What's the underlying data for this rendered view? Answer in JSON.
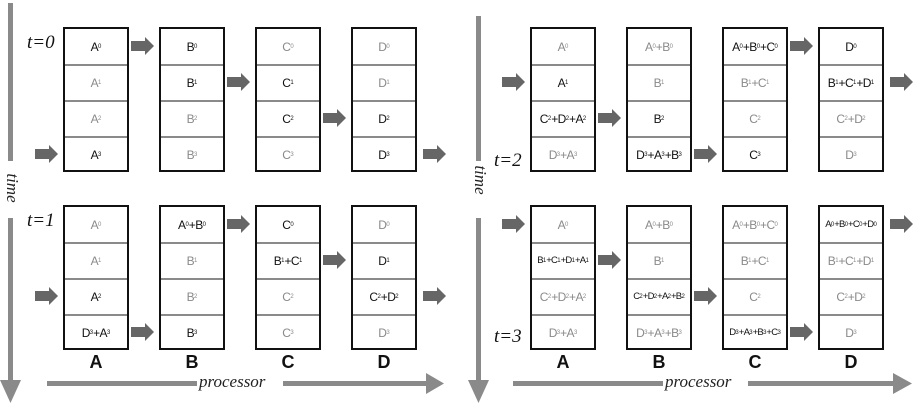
{
  "colors": {
    "active_text": "#111111",
    "inactive_text": "#8a8a8a",
    "arrow": "#666666",
    "axis": "#8a8a8a",
    "box_border": "#111111"
  },
  "axes": {
    "time_label": "time",
    "processor_label": "processor"
  },
  "processors": [
    "A",
    "B",
    "C",
    "D"
  ],
  "panels": [
    {
      "name": "left",
      "steps": [
        {
          "label": "t=0",
          "boxes": [
            {
              "proc": "A",
              "cells": [
                {
                  "text": "A0",
                  "active": true
                },
                {
                  "text": "A1",
                  "active": false
                },
                {
                  "text": "A2",
                  "active": false
                },
                {
                  "text": "A3",
                  "active": true
                }
              ]
            },
            {
              "proc": "B",
              "cells": [
                {
                  "text": "B0",
                  "active": true
                },
                {
                  "text": "B1",
                  "active": true
                },
                {
                  "text": "B2",
                  "active": false
                },
                {
                  "text": "B3",
                  "active": false
                }
              ]
            },
            {
              "proc": "C",
              "cells": [
                {
                  "text": "C0",
                  "active": false
                },
                {
                  "text": "C1",
                  "active": true
                },
                {
                  "text": "C2",
                  "active": true
                },
                {
                  "text": "C3",
                  "active": false
                }
              ]
            },
            {
              "proc": "D",
              "cells": [
                {
                  "text": "D0",
                  "active": false
                },
                {
                  "text": "D1",
                  "active": false
                },
                {
                  "text": "D2",
                  "active": true
                },
                {
                  "text": "D3",
                  "active": true
                }
              ]
            }
          ]
        },
        {
          "label": "t=1",
          "boxes": [
            {
              "proc": "A",
              "cells": [
                {
                  "text": "A0",
                  "active": false
                },
                {
                  "text": "A1",
                  "active": false
                },
                {
                  "text": "A2",
                  "active": true
                },
                {
                  "text": "D3+A3",
                  "active": true
                }
              ]
            },
            {
              "proc": "B",
              "cells": [
                {
                  "text": "A0+B0",
                  "active": true
                },
                {
                  "text": "B1",
                  "active": false
                },
                {
                  "text": "B2",
                  "active": false
                },
                {
                  "text": "B3",
                  "active": true
                }
              ]
            },
            {
              "proc": "C",
              "cells": [
                {
                  "text": "C0",
                  "active": true
                },
                {
                  "text": "B1+C1",
                  "active": true
                },
                {
                  "text": "C2",
                  "active": false
                },
                {
                  "text": "C3",
                  "active": false
                }
              ]
            },
            {
              "proc": "D",
              "cells": [
                {
                  "text": "D0",
                  "active": false
                },
                {
                  "text": "D1",
                  "active": true
                },
                {
                  "text": "C2+D2",
                  "active": true
                },
                {
                  "text": "D3",
                  "active": false
                }
              ]
            }
          ]
        }
      ]
    },
    {
      "name": "right",
      "steps": [
        {
          "label": "t=2",
          "boxes": [
            {
              "proc": "A",
              "cells": [
                {
                  "text": "A0",
                  "active": false
                },
                {
                  "text": "A1",
                  "active": true
                },
                {
                  "text": "C2+D2+A2",
                  "active": true
                },
                {
                  "text": "D3+A3",
                  "active": false
                }
              ]
            },
            {
              "proc": "B",
              "cells": [
                {
                  "text": "A0+B0",
                  "active": false
                },
                {
                  "text": "B1",
                  "active": false
                },
                {
                  "text": "B2",
                  "active": true
                },
                {
                  "text": "D3+A3+B3",
                  "active": true
                }
              ]
            },
            {
              "proc": "C",
              "cells": [
                {
                  "text": "A0+B0+C0",
                  "active": true
                },
                {
                  "text": "B1+C1",
                  "active": false
                },
                {
                  "text": "C2",
                  "active": false
                },
                {
                  "text": "C3",
                  "active": true
                }
              ]
            },
            {
              "proc": "D",
              "cells": [
                {
                  "text": "D0",
                  "active": true
                },
                {
                  "text": "B1+C1+D1",
                  "active": true
                },
                {
                  "text": "C2+D2",
                  "active": false
                },
                {
                  "text": "D3",
                  "active": false
                }
              ]
            }
          ]
        },
        {
          "label": "t=3",
          "boxes": [
            {
              "proc": "A",
              "cells": [
                {
                  "text": "A0",
                  "active": false
                },
                {
                  "text": "B1+C1+D1+A1",
                  "active": true
                },
                {
                  "text": "C2+D2+A2",
                  "active": false
                },
                {
                  "text": "D3+A3",
                  "active": false
                }
              ]
            },
            {
              "proc": "B",
              "cells": [
                {
                  "text": "A0+B0",
                  "active": false
                },
                {
                  "text": "B1",
                  "active": false
                },
                {
                  "text": "C2+D2+A2+B2",
                  "active": true
                },
                {
                  "text": "D3+A3+B3",
                  "active": false
                }
              ]
            },
            {
              "proc": "C",
              "cells": [
                {
                  "text": "A0+B0+C0",
                  "active": false
                },
                {
                  "text": "B1+C1",
                  "active": false
                },
                {
                  "text": "C2",
                  "active": false
                },
                {
                  "text": "D3+A3+B3+C3",
                  "active": true
                }
              ]
            },
            {
              "proc": "D",
              "cells": [
                {
                  "text": "A0+B0+C0+D0",
                  "active": true
                },
                {
                  "text": "B1+C1+D1",
                  "active": false
                },
                {
                  "text": "C2+D2",
                  "active": false
                },
                {
                  "text": "D3",
                  "active": false
                }
              ]
            }
          ]
        }
      ]
    }
  ]
}
